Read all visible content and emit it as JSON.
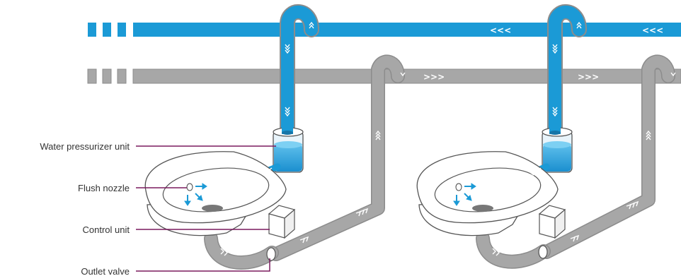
{
  "labels": {
    "water_pressurizer_unit": "Water pressurizer unit",
    "flush_nozzle": "Flush nozzle",
    "control_unit": "Control unit",
    "outlet_valve": "Outlet valve"
  },
  "flow_arrows": {
    "water_left": "<<<",
    "waste_right": ">>>"
  },
  "colors": {
    "water_pipe": "#1b9ad6",
    "waste_pipe": "#a7a7a7",
    "callout_line": "#7a1a5e",
    "outline": "#555555"
  },
  "icons": [
    "water-pressurizer-icon",
    "toilet-bowl-icon",
    "control-unit-box-icon",
    "outlet-valve-icon",
    "flow-chevron-icon"
  ]
}
